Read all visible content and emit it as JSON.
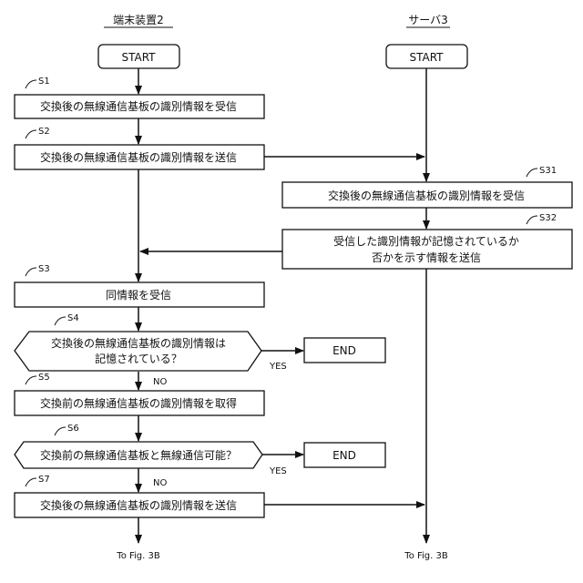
{
  "lanes": {
    "left": "端末装置2",
    "right": "サーバ3"
  },
  "start": {
    "left": "START",
    "right": "START"
  },
  "steps": {
    "s1": {
      "id": "S1",
      "text": "交換後の無線通信基板の識別情報を受信"
    },
    "s2": {
      "id": "S2",
      "text": "交換後の無線通信基板の識別情報を送信"
    },
    "s31": {
      "id": "S31",
      "text": "交換後の無線通信基板の識別情報を受信"
    },
    "s32": {
      "id": "S32",
      "line1": "受信した識別情報が記憶されているか",
      "line2": "否かを示す情報を送信"
    },
    "s3": {
      "id": "S3",
      "text": "同情報を受信"
    },
    "s4": {
      "id": "S4",
      "line1": "交換後の無線通信基板の識別情報は",
      "line2": "記憶されている？"
    },
    "s5": {
      "id": "S5",
      "text": "交換前の無線通信基板の識別情報を取得"
    },
    "s6": {
      "id": "S6",
      "text": "交換前の無線通信基板と無線通信可能？"
    },
    "s7": {
      "id": "S7",
      "text": "交換後の無線通信基板の識別情報を送信"
    }
  },
  "end": {
    "e1": "END",
    "e2": "END"
  },
  "branches": {
    "yes1": "YES",
    "no1": "NO",
    "yes2": "YES",
    "no2": "NO"
  },
  "continuation": {
    "left": "To Fig. 3B",
    "right": "To Fig. 3B"
  }
}
